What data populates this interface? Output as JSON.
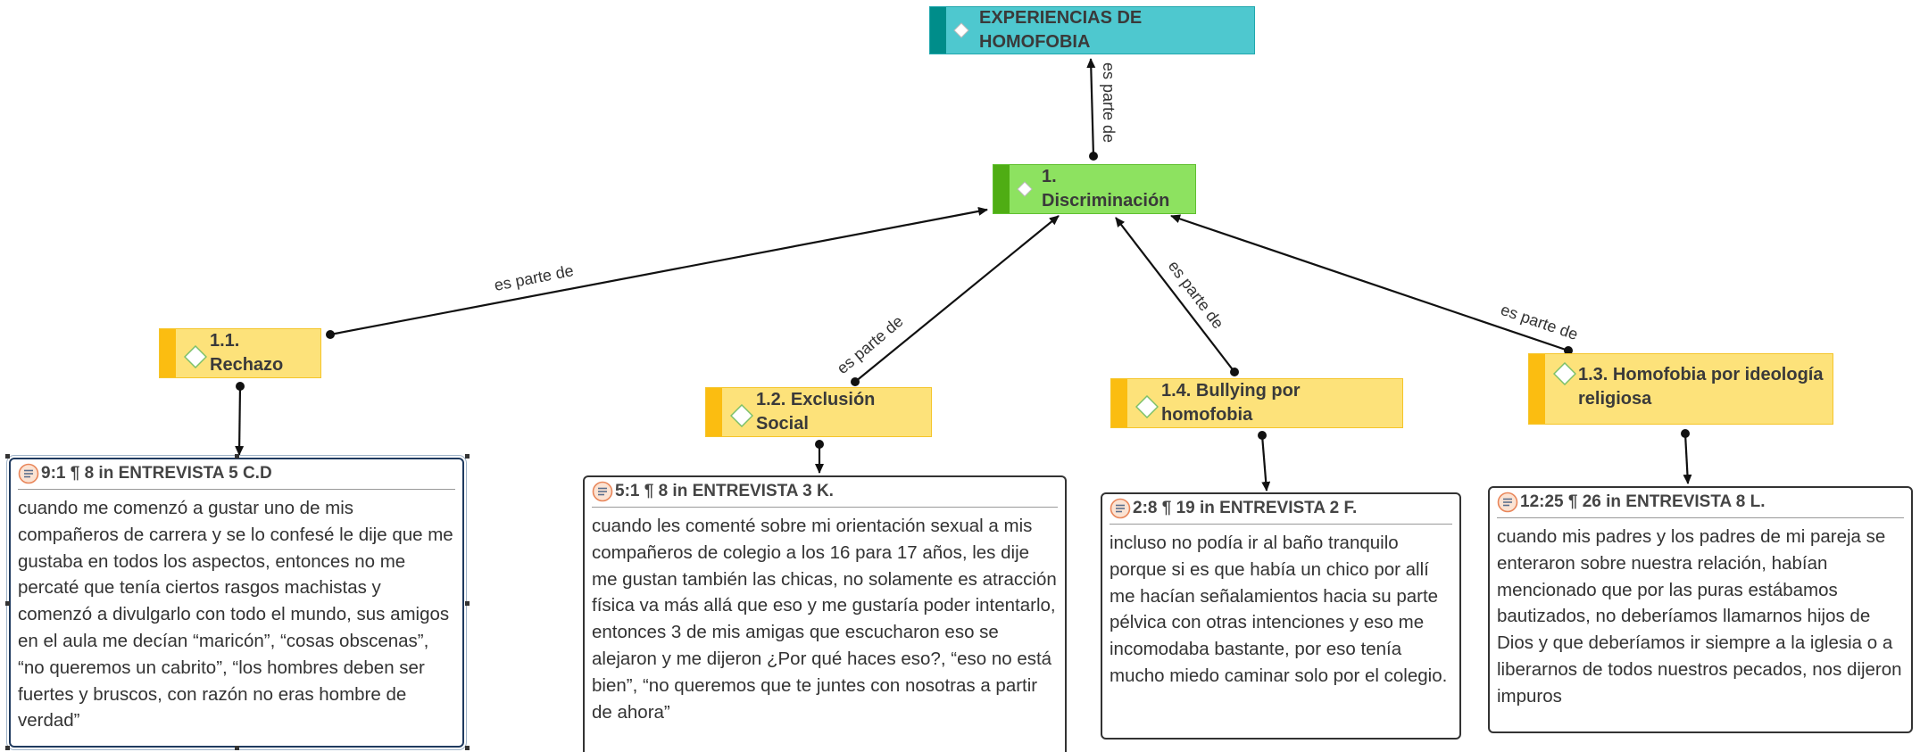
{
  "root": {
    "label": "EXPERIENCIAS DE HOMOFOBIA",
    "fill": "#4ec8cf",
    "bar": "#008d8a",
    "icon": "diamond-icon"
  },
  "main": {
    "label": "1. Discriminación",
    "fill": "#8de260",
    "bar": "#4fad14",
    "icon": "diamond-icon"
  },
  "subcodes": [
    {
      "id": "rechazo",
      "label": "1.1. Rechazo",
      "icon": "diamond-icon"
    },
    {
      "id": "exclusion",
      "label": "1.2. Exclusión Social",
      "icon": "diamond-icon"
    },
    {
      "id": "bullying",
      "label": "1.4. Bullying por homofobia",
      "icon": "diamond-icon"
    },
    {
      "id": "religiosa",
      "label": "1.3. Homofobia por ideología religiosa",
      "icon": "diamond-icon"
    }
  ],
  "subcode_colors": {
    "fill": "#fde27a",
    "bar": "#fbbd11"
  },
  "relation_label": "es parte de",
  "edges": {
    "main_root": "es parte de",
    "rechazo_main": "es parte de",
    "exclusion_main": "es parte de",
    "bullying_main": "es parte de",
    "religiosa_main": "es parte de"
  },
  "quotes": [
    {
      "id": "q1",
      "header": "9:1 ¶ 8 in ENTREVISTA 5 C.D",
      "icon": "quotation-icon",
      "text": "cuando me comenzó a gustar uno de mis compañeros de carrera y se lo confesé le dije que me gustaba en todos los aspectos, entonces no me percaté que tenía ciertos rasgos machistas y comenzó a divulgarlo con todo el mundo, sus amigos en el aula me decían “maricón”, “cosas obscenas”, “no queremos un cabrito”, “los hombres deben ser fuertes y bruscos, con razón no eras hombre de verdad”"
    },
    {
      "id": "q2",
      "header": "5:1 ¶ 8 in ENTREVISTA 3 K.",
      "icon": "quotation-icon",
      "text": " cuando les comenté sobre mi orientación sexual a mis compañeros de colegio a los 16 para 17 años, les dije me gustan también las chicas, no solamente es atracción física va más allá que eso y me gustaría poder intentarlo, entonces 3 de mis amigas que escucharon eso se alejaron y me dijeron ¿Por qué haces eso?, “eso no está bien”, “no queremos que te juntes con nosotras a partir de ahora”"
    },
    {
      "id": "q3",
      "header": "2:8 ¶ 19 in ENTREVISTA 2 F.",
      "icon": "quotation-icon",
      "text": "incluso no podía ir al baño tranquilo porque si es que había un chico por allí me hacían señalamientos hacia su parte pélvica con otras intenciones y eso me incomodaba bastante, por eso tenía mucho miedo caminar solo por el colegio."
    },
    {
      "id": "q4",
      "header": "12:25 ¶ 26 in ENTREVISTA 8 L.",
      "icon": "quotation-icon",
      "text": "cuando mis padres y los padres de mi pareja se enteraron sobre nuestra relación, habían mencionado que por  las puras estábamos bautizados, no deberíamos llamarnos hijos de Dios y que deberíamos ir siempre a la iglesia o a liberarnos de todos nuestros pecados, nos dijeron impuros"
    }
  ]
}
